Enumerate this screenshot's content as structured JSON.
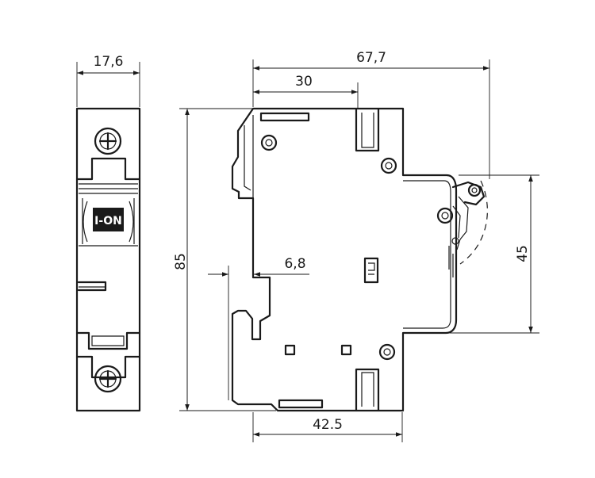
{
  "dimensions": {
    "module_width": "17,6",
    "total_depth": "67,7",
    "front_depth": "30",
    "height": "85",
    "rail_offset": "6,8",
    "rear_depth": "42.5",
    "front_height": "45"
  },
  "front_label": "I-ON",
  "colors": {
    "line": "#1a1a1a",
    "background": "#ffffff"
  }
}
